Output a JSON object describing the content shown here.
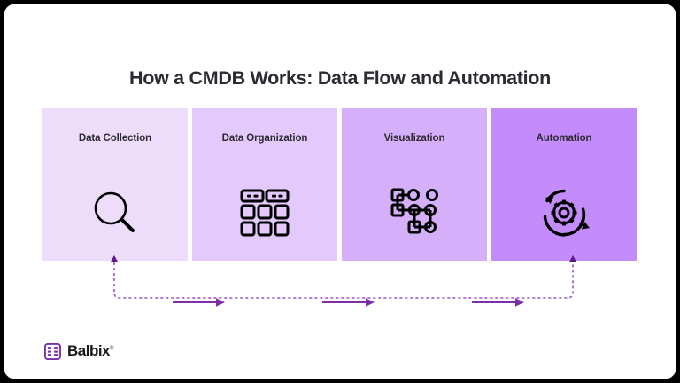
{
  "slide": {
    "title": "How a CMDB Works: Data Flow and Automation",
    "background_color": "#000000",
    "card_color": "#ffffff"
  },
  "flow": {
    "steps": [
      {
        "label": "Data Collection",
        "icon": "magnifier-icon",
        "color": "#eddcfa"
      },
      {
        "label": "Data Organization",
        "icon": "database-grid-icon",
        "color": "#e3c9fc"
      },
      {
        "label": "Visualization",
        "icon": "node-graph-icon",
        "color": "#d6affb"
      },
      {
        "label": "Automation",
        "icon": "gear-refresh-icon",
        "color": "#c48cfa"
      }
    ],
    "connector_color": "#7b2fa8",
    "feedback_loop_color": "#9b4fd0",
    "feedback_loop_style": "dotted"
  },
  "logo": {
    "name": "Balbix",
    "registered_mark": "®",
    "mark_color": "#7b2fa8",
    "text_color": "#1a1a1a"
  }
}
